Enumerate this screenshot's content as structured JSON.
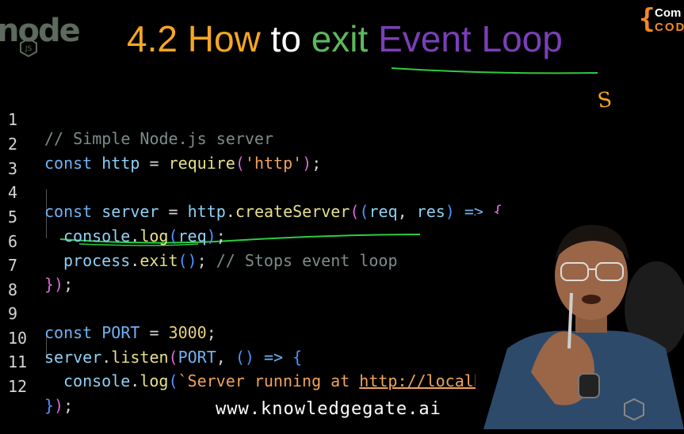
{
  "logo": {
    "text": "node",
    "badge": "JS"
  },
  "title": {
    "part1": "4.2",
    "part2": "How",
    "part3": "to",
    "part4": "exit",
    "part5": "Event Loop"
  },
  "brand": {
    "line1": "Com",
    "line2": "COD"
  },
  "annotation_letter": "S",
  "colors": {
    "title_orange": "#f5a623",
    "title_green": "#5cb85c",
    "title_purple": "#7a3fb8",
    "underline_green": "#2ecc40"
  },
  "code": {
    "line_numbers": [
      "1",
      "2",
      "3",
      "4",
      "5",
      "6",
      "7",
      "8",
      "9",
      "10",
      "11",
      "12"
    ],
    "l1": {
      "comment": "// Simple Node.js server"
    },
    "l2": {
      "kw": "const",
      "name": "http",
      "eq": " = ",
      "fn": "require",
      "arg": "'http'",
      "end": ");"
    },
    "l4": {
      "kw": "const",
      "name": "server",
      "eq": " = ",
      "obj": "http",
      "dot": ".",
      "fn": "createServer",
      "p1": "(",
      "p2": "(",
      "a1": "req",
      "comma": ", ",
      "a2": "res",
      "p3": ")",
      "arrow": " => ",
      "brace": "{"
    },
    "l5": {
      "obj": "console",
      "dot": ".",
      "fn": "log",
      "p1": "(",
      "arg": "req",
      "p2": ")",
      "end": ";"
    },
    "l6": {
      "obj": "process",
      "dot": ".",
      "fn": "exit",
      "parens": "()",
      "end": "; ",
      "comment": "// Stops event loop"
    },
    "l7": {
      "brace": "}",
      "p": ")",
      "end": ";"
    },
    "l9": {
      "kw": "const",
      "name": "PORT",
      "eq": " = ",
      "num": "3000",
      "end": ";"
    },
    "l10": {
      "obj": "server",
      "dot": ".",
      "fn": "listen",
      "p1": "(",
      "arg": "PORT",
      "comma": ", ",
      "parens": "()",
      "arrow": " => ",
      "brace": "{"
    },
    "l11": {
      "obj": "console",
      "dot": ".",
      "fn": "log",
      "p1": "(",
      "str": "`Server running at ",
      "url": "http://localhos"
    },
    "l12": {
      "brace": "}",
      "p": ")",
      "end": ";"
    }
  },
  "footer": {
    "url": "www.knowledgegate.ai"
  }
}
